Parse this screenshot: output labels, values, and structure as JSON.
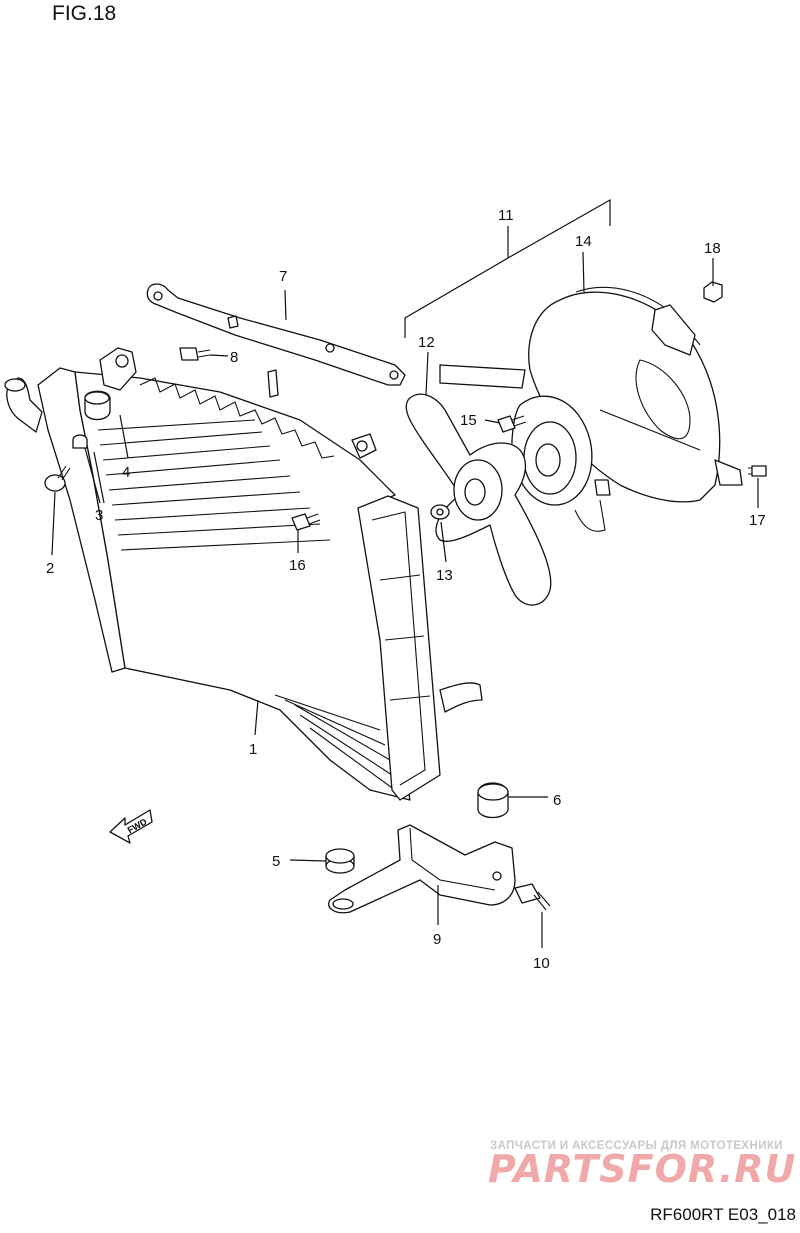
{
  "figure": {
    "title": "FIG.18",
    "reference_code": "RF600RT E03_018"
  },
  "direction_marker": {
    "label": "FWD"
  },
  "watermark": {
    "tagline": "ЗАПЧАСТИ И АКСЕССУАРЫ ДЛЯ МОТОТЕХНИКИ",
    "logo": "PARTSFOR.RU"
  },
  "callouts": [
    {
      "id": "c1",
      "label": "1"
    },
    {
      "id": "c2",
      "label": "2"
    },
    {
      "id": "c3",
      "label": "3"
    },
    {
      "id": "c4",
      "label": "4"
    },
    {
      "id": "c5",
      "label": "5"
    },
    {
      "id": "c6",
      "label": "6"
    },
    {
      "id": "c7",
      "label": "7"
    },
    {
      "id": "c8",
      "label": "8"
    },
    {
      "id": "c9",
      "label": "9"
    },
    {
      "id": "c10",
      "label": "10"
    },
    {
      "id": "c11",
      "label": "11"
    },
    {
      "id": "c12",
      "label": "12"
    },
    {
      "id": "c13",
      "label": "13"
    },
    {
      "id": "c14",
      "label": "14"
    },
    {
      "id": "c15",
      "label": "15"
    },
    {
      "id": "c16",
      "label": "16"
    },
    {
      "id": "c17",
      "label": "17"
    },
    {
      "id": "c18",
      "label": "18"
    }
  ]
}
